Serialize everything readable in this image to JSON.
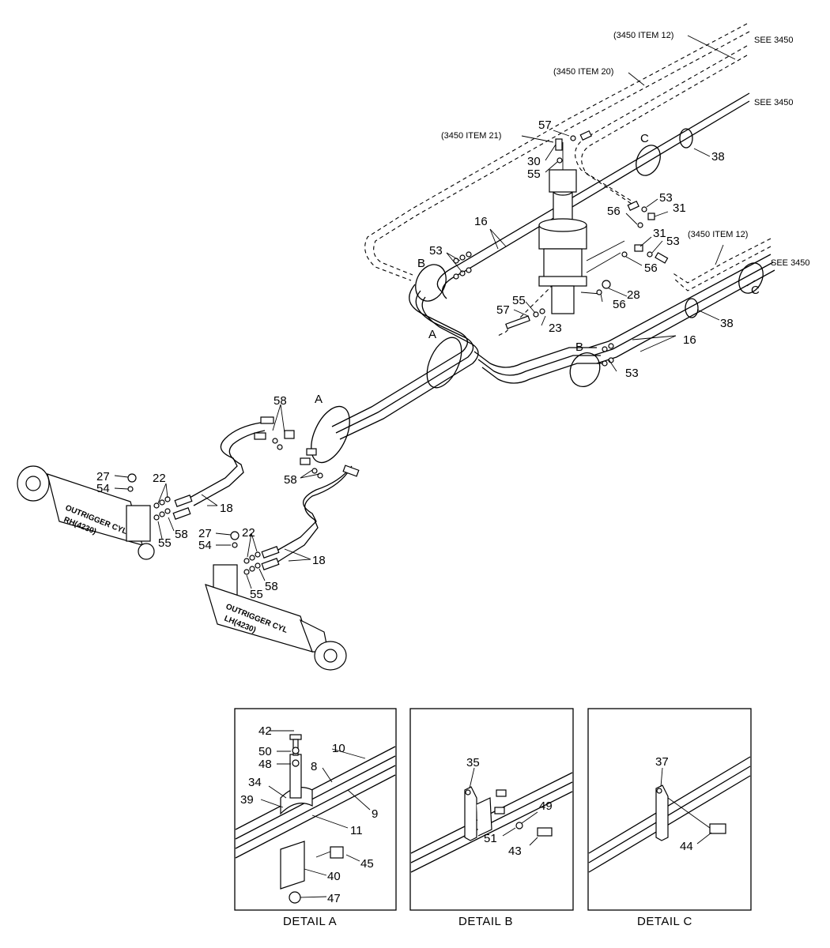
{
  "labels": {
    "ref_item12_top": "(3450 ITEM 12)",
    "ref_item20": "(3450 ITEM 20)",
    "ref_item21": "(3450 ITEM 21)",
    "ref_item12_right": "(3450 ITEM 12)",
    "see_top": "SEE 3450",
    "see_mid": "SEE 3450",
    "see_right": "SEE 3450",
    "p57_top": "57",
    "p30": "30",
    "p55_top": "55",
    "p53_a": "53",
    "p31_a": "31",
    "p56_a": "56",
    "p31_b": "31",
    "p53_b": "53",
    "p56_b": "56",
    "p28": "28",
    "p56_c": "56",
    "p38_top": "38",
    "p38_right": "38",
    "p16_top": "16",
    "p16_right": "16",
    "p53_left": "53",
    "p53_right": "53",
    "p57_mid": "57",
    "p55_mid": "55",
    "p23": "23",
    "p58_top": "58",
    "p58_mid": "58",
    "p27_a": "27",
    "p54_a": "54",
    "p22_a": "22",
    "p18_a": "18",
    "p55_a": "55",
    "p58_a": "58",
    "p27_b": "27",
    "p54_b": "54",
    "p22_b": "22",
    "p18_b": "18",
    "p55_b": "55",
    "p58_b": "58",
    "circle_C_top": "C",
    "circle_C_right": "C",
    "circle_B_left": "B",
    "circle_B_right": "B",
    "circle_A_mid": "A",
    "circle_A_left": "A",
    "cyl_rh_line1": "OUTRIGGER CYL",
    "cyl_rh_line2": "RH(4230)",
    "cyl_lh_line1": "OUTRIGGER CYL",
    "cyl_lh_line2": "LH(4230)"
  },
  "details": {
    "a": {
      "caption": "DETAIL  A",
      "parts": {
        "p42": "42",
        "p50": "50",
        "p48": "48",
        "p10": "10",
        "p8": "8",
        "p34": "34",
        "p39": "39",
        "p9": "9",
        "p11": "11",
        "p45": "45",
        "p40": "40",
        "p47": "47"
      }
    },
    "b": {
      "caption": "DETAIL  B",
      "parts": {
        "p35": "35",
        "p49": "49",
        "p51": "51",
        "p43": "43"
      }
    },
    "c": {
      "caption": "DETAIL  C",
      "parts": {
        "p37": "37",
        "p44": "44"
      }
    }
  }
}
